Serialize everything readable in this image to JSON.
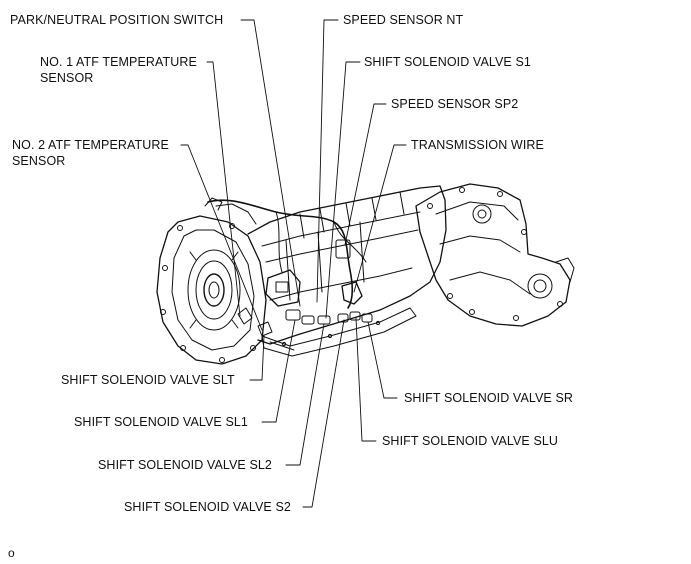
{
  "labels": {
    "park_neutral_switch": "PARK/NEUTRAL POSITION SWITCH",
    "speed_sensor_nt": "SPEED SENSOR NT",
    "atf_temp_sensor_1_line1": "NO. 1 ATF TEMPERATURE",
    "atf_temp_sensor_1_line2": "SENSOR",
    "shift_solenoid_s1": "SHIFT SOLENOID VALVE S1",
    "speed_sensor_sp2": "SPEED SENSOR SP2",
    "atf_temp_sensor_2_line1": "NO. 2 ATF TEMPERATURE",
    "atf_temp_sensor_2_line2": "SENSOR",
    "transmission_wire": "TRANSMISSION WIRE",
    "shift_solenoid_slt": "SHIFT SOLENOID VALVE SLT",
    "shift_solenoid_sr": "SHIFT SOLENOID VALVE SR",
    "shift_solenoid_sl1": "SHIFT SOLENOID VALVE SL1",
    "shift_solenoid_slu": "SHIFT SOLENOID VALVE SLU",
    "shift_solenoid_sl2": "SHIFT SOLENOID VALVE SL2",
    "shift_solenoid_s2": "SHIFT SOLENOID VALVE S2"
  },
  "figure_code": "o",
  "colors": {
    "ink": "#111111",
    "background": "#ffffff"
  }
}
